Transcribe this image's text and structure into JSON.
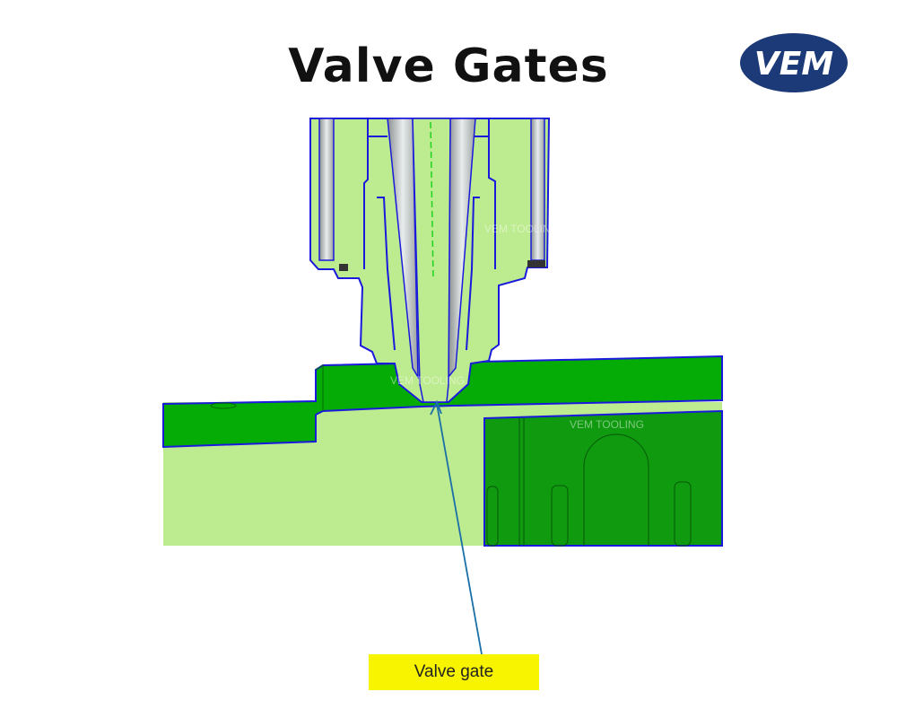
{
  "title": "Valve Gates",
  "logo": {
    "text": "VEM",
    "color": "#1c3a78"
  },
  "diagram": {
    "callout_label": "Valve gate",
    "watermarks": [
      "VEM TOOLING",
      "VEM TOOLING",
      "VEM TOOLING"
    ],
    "colors": {
      "plate_dark": "#06ac06",
      "plate_light": "#bdeb8f",
      "insert": "#109a10",
      "outline": "#1a1adc",
      "label_bg": "#f8f400",
      "arrow": "#1a6fa8"
    }
  }
}
